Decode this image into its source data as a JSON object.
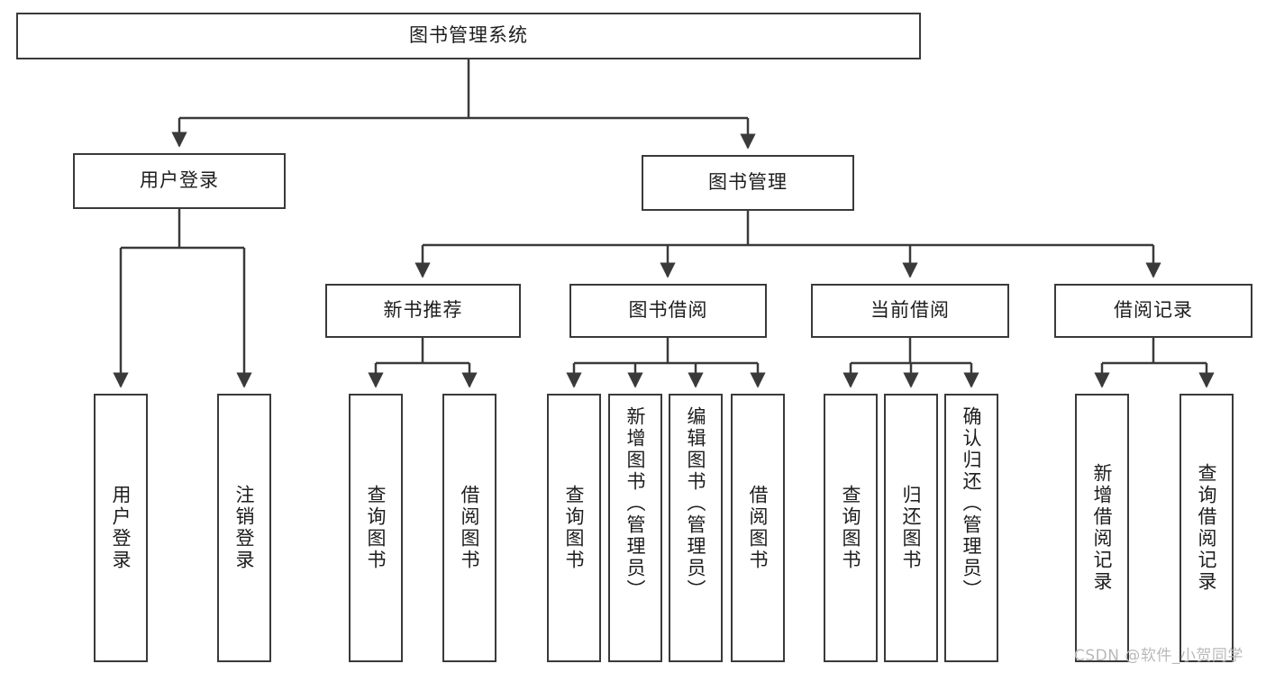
{
  "diagram": {
    "title": "图书管理系统",
    "type": "tree",
    "watermark": "CSDN @软件_小贺同学",
    "colors": {
      "stroke": "#3a3a3a",
      "fill": "#ffffff",
      "text": "#1d1d1d",
      "watermark": "#b9b9b9"
    },
    "root": {
      "label": "图书管理系统"
    },
    "level2": [
      {
        "id": "user-login",
        "label": "用户登录"
      },
      {
        "id": "book-manage",
        "label": "图书管理"
      }
    ],
    "level3": [
      {
        "id": "new-book-rec",
        "label": "新书推荐"
      },
      {
        "id": "book-borrow",
        "label": "图书借阅"
      },
      {
        "id": "current-borrow",
        "label": "当前借阅"
      },
      {
        "id": "borrow-record",
        "label": "借阅记录"
      }
    ],
    "leaves": {
      "user_login": [
        {
          "id": "leaf-user-login",
          "label": "用户登录"
        },
        {
          "id": "leaf-logout",
          "label": "注销登录"
        }
      ],
      "new_book_rec": [
        {
          "id": "leaf-query-book-1",
          "label": "查询图书"
        },
        {
          "id": "leaf-borrow-book-1",
          "label": "借阅图书"
        }
      ],
      "book_borrow": [
        {
          "id": "leaf-query-book-2",
          "label": "查询图书"
        },
        {
          "id": "leaf-add-book",
          "label": "新增图书（管理员）"
        },
        {
          "id": "leaf-edit-book",
          "label": "编辑图书（管理员）"
        },
        {
          "id": "leaf-borrow-book-2",
          "label": "借阅图书"
        }
      ],
      "current_borrow": [
        {
          "id": "leaf-query-book-3",
          "label": "查询图书"
        },
        {
          "id": "leaf-return-book",
          "label": "归还图书"
        },
        {
          "id": "leaf-confirm-return",
          "label": "确认归还（管理员）"
        }
      ],
      "borrow_record": [
        {
          "id": "leaf-add-record",
          "label": "新增借阅记录"
        },
        {
          "id": "leaf-query-record",
          "label": "查询借阅记录"
        }
      ]
    }
  }
}
